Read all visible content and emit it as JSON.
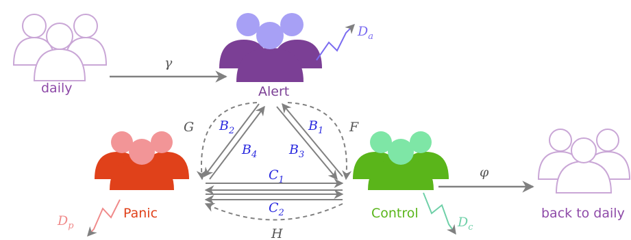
{
  "nodes": {
    "daily": {
      "label": "daily",
      "color": "#8e4aa8",
      "outline": "#c9a6d6"
    },
    "alert": {
      "label": "Alert",
      "color": "#7b3f95",
      "head": "#a7a0f5",
      "drift_label": "D",
      "drift_sub": "a",
      "drift_color": "#7b6cf0"
    },
    "panic": {
      "label": "Panic",
      "color": "#e0411a",
      "head": "#f29597",
      "drift_label": "D",
      "drift_sub": "p",
      "drift_color": "#f08a8a"
    },
    "control": {
      "label": "Control",
      "color": "#5ab51a",
      "head": "#7ee6a6",
      "drift_label": "D",
      "drift_sub": "c",
      "drift_color": "#6fd0a8"
    },
    "back": {
      "label": "back to daily",
      "color": "#8e4aa8",
      "outline": "#c9a6d6"
    }
  },
  "edges": {
    "gamma": "γ",
    "phi": "φ",
    "G": "G",
    "F": "F",
    "H": "H",
    "B1": {
      "letter": "B",
      "sub": "1"
    },
    "B2": {
      "letter": "B",
      "sub": "2"
    },
    "B3": {
      "letter": "B",
      "sub": "3"
    },
    "B4": {
      "letter": "B",
      "sub": "4"
    },
    "C1": {
      "letter": "C",
      "sub": "1"
    },
    "C2": {
      "letter": "C",
      "sub": "2"
    }
  },
  "colors": {
    "arrow": "#808080",
    "blue_label": "#2a2adf",
    "gray_label": "#555555"
  }
}
